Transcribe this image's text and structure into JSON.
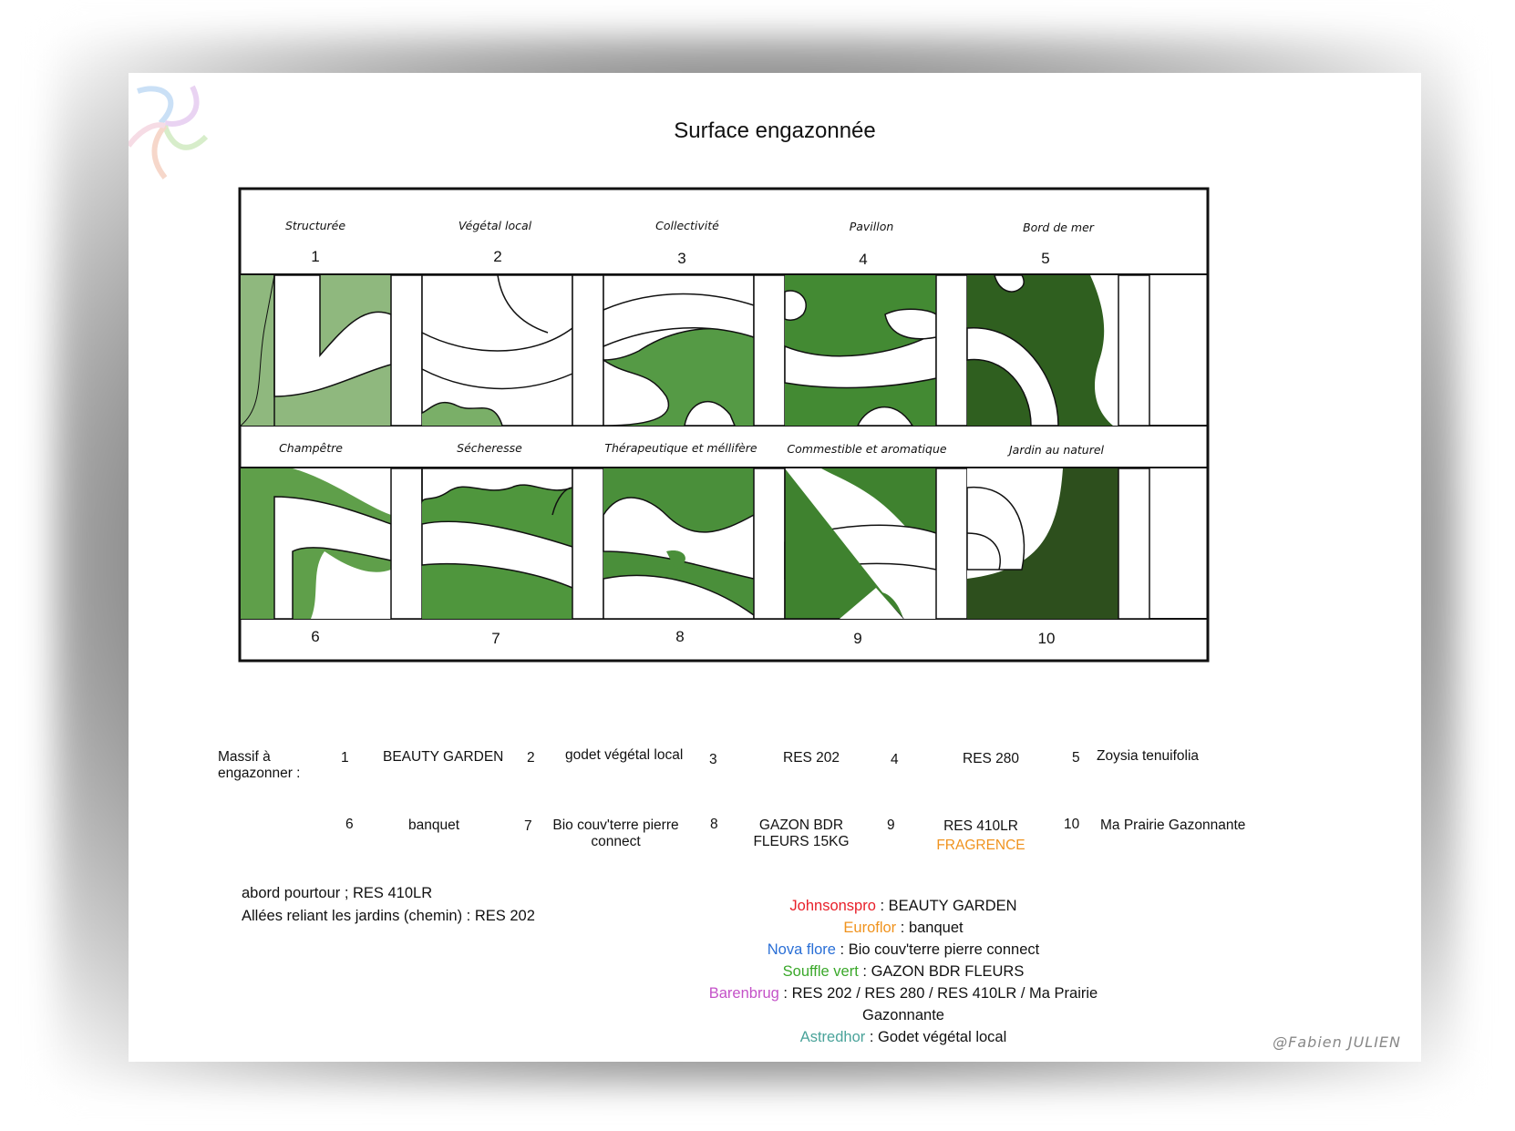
{
  "title": "Surface engazonnée",
  "top_row": [
    {
      "label": "Structurée",
      "num": "1"
    },
    {
      "label": "Végétal local",
      "num": "2"
    },
    {
      "label": "Collectivité",
      "num": "3"
    },
    {
      "label": "Pavillon",
      "num": "4"
    },
    {
      "label": "Bord de mer",
      "num": "5"
    }
  ],
  "bottom_row": [
    {
      "label": "Champêtre",
      "num": "6"
    },
    {
      "label": "Sécheresse",
      "num": "7"
    },
    {
      "label": "Thérapeutique et méllifère",
      "num": "8"
    },
    {
      "label": "Commestible et aromatique",
      "num": "9"
    },
    {
      "label": "Jardin au naturel",
      "num": "10"
    }
  ],
  "colors": {
    "panel1": "#8fb87e",
    "panel2": "#7aaf68",
    "panel3": "#559a45",
    "panel4": "#438a33",
    "panel5": "#2f5f1f",
    "panel6": "#5f9f4a",
    "panel7": "#4f963d",
    "panel8": "#4a8f3a",
    "panel9": "#3f822f",
    "panel10": "#2d4f1d"
  },
  "legend": {
    "heading": "Massif à engazonner :",
    "row1": [
      {
        "num": "1",
        "product": "BEAUTY GARDEN"
      },
      {
        "num": "2",
        "product": "godet végétal local"
      },
      {
        "num": "3",
        "product": "RES 202"
      },
      {
        "num": "4",
        "product": "RES 280"
      },
      {
        "num": "5",
        "product": "Zoysia tenuifolia"
      }
    ],
    "row2": [
      {
        "num": "6",
        "product": "banquet"
      },
      {
        "num": "7",
        "product": "Bio couv'terre pierre connect"
      },
      {
        "num": "8",
        "product": "GAZON BDR FLEURS 15KG"
      },
      {
        "num": "9",
        "product": "RES 410LR",
        "extra": "FRAGRENCE"
      },
      {
        "num": "10",
        "product": "Ma Prairie Gazonnante"
      }
    ]
  },
  "notes": {
    "line1": "abord pourtour ; RES 410LR",
    "line2": "Allées reliant les jardins (chemin) :  RES 202"
  },
  "suppliers": [
    {
      "brand": "Johnsonspro",
      "color": "#e8202a",
      "products": " : BEAUTY GARDEN"
    },
    {
      "brand": "Euroflor",
      "color": "#f0931e",
      "products": " : banquet"
    },
    {
      "brand": "Nova flore",
      "color": "#2a6fd6",
      "products": " : Bio couv'terre pierre connect"
    },
    {
      "brand": "Souffle vert",
      "color": "#3aa82a",
      "products": " : GAZON BDR FLEURS"
    },
    {
      "brand": "Barenbrug",
      "color": "#c452c8",
      "products": " : RES 202 / RES 280 / RES 410LR / Ma Prairie Gazonnante"
    },
    {
      "brand": "Astredhor",
      "color": "#4aa39a",
      "products": " : Godet végétal local"
    }
  ],
  "fragrence_color": "#f0931e",
  "credit": "@Fabien  JULIEN"
}
